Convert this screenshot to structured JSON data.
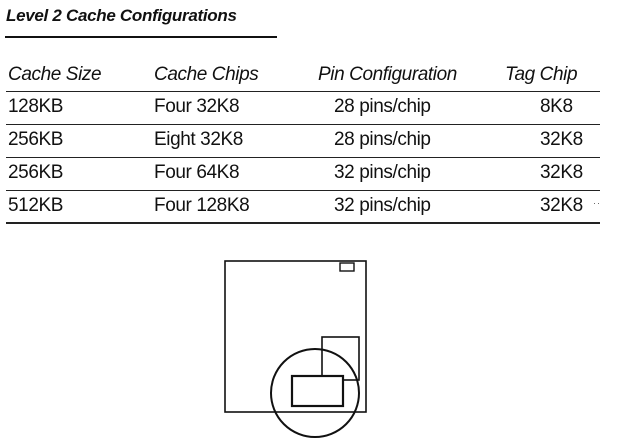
{
  "document": {
    "title": "Level 2 Cache Configurations"
  },
  "table": {
    "headers": {
      "cache_size": "Cache Size",
      "cache_chips": "Cache Chips",
      "pin_configuration": "Pin Configuration",
      "tag_chip": "Tag Chip"
    },
    "rows": [
      {
        "cache_size": "128KB",
        "cache_chips": "Four 32K8",
        "pin_configuration": "28 pins/chip",
        "tag_chip": "8K8"
      },
      {
        "cache_size": "256KB",
        "cache_chips": "Eight 32K8",
        "pin_configuration": "28 pins/chip",
        "tag_chip": "32K8"
      },
      {
        "cache_size": "256KB",
        "cache_chips": "Four 64K8",
        "pin_configuration": "32 pins/chip",
        "tag_chip": "32K8"
      },
      {
        "cache_size": "512KB",
        "cache_chips": "Four 128K8",
        "pin_configuration": "32 pins/chip",
        "tag_chip": "32K8"
      }
    ]
  },
  "diagram": {
    "stroke_color": "#111111",
    "fill_color": "#ffffff"
  }
}
